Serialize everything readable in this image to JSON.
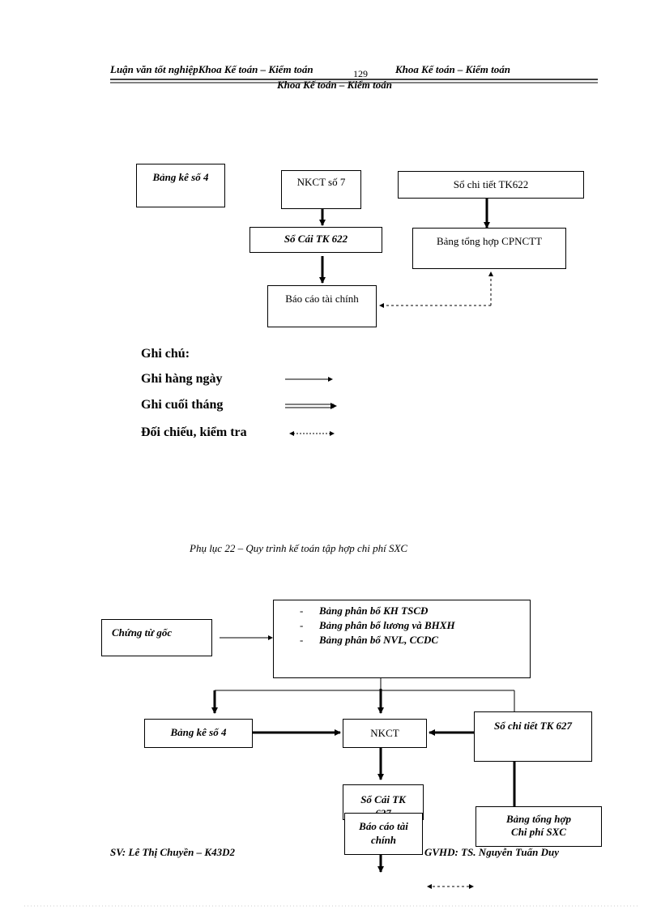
{
  "header": {
    "left": "Luận văn tốt nghiệpKhoa Kế toán – Kiểm toán",
    "page_number": "129",
    "right": "Khoa Kế toán – Kiểm toán",
    "second": "Khoa Kế toán – Kiểm toán"
  },
  "diagram1": {
    "bang_ke": "Bảng kê số 4",
    "nkct": "NKCT số 7",
    "so_chi_tiet": "Sổ chi tiết TK622",
    "so_cai": "Sổ Cái TK 622",
    "bang_tong_hop": "Bảng tổng hợp CPNCTT",
    "bao_cao": "Báo cáo tài chính"
  },
  "legend": {
    "title": "Ghi chú:",
    "daily": "Ghi hàng ngày",
    "month_end": "Ghi cuối tháng",
    "check": "Đối chiếu, kiểm tra"
  },
  "caption": "Phụ lục 22 – Quy trình kế toán tập hợp chi phí SXC",
  "diagram2": {
    "chung_tu": "Chứng từ gốc",
    "phan_bo": [
      "Bảng phân bổ KH TSCĐ",
      "Bảng phân bổ lương và BHXH",
      "Bảng phân bổ NVL, CCDC"
    ],
    "bang_ke": "Bảng kê số 4",
    "nkct": "NKCT",
    "so_chi_tiet": "Sổ chi tiết TK 627",
    "so_cai_line1": "Sổ Cái TK",
    "so_cai_line2": "627",
    "bao_cao_line1": "Báo cáo tài",
    "bao_cao_line2": "chính",
    "tong_hop_line1": "Bảng tổng hợp",
    "tong_hop_line2": "Chi phí SXC"
  },
  "footer": {
    "left": "SV: Lê Thị Chuyền – K43D2",
    "right": "GVHD: TS. Nguyễn Tuấn Duy"
  }
}
